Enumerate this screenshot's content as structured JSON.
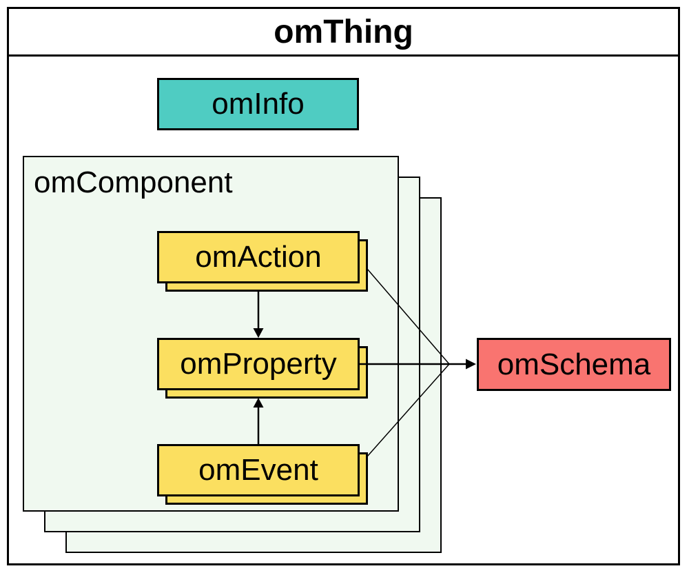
{
  "diagram": {
    "title": "omThing",
    "nodes": {
      "info": {
        "label": "omInfo",
        "shape": "rect",
        "color_key": "teal"
      },
      "component": {
        "label": "omComponent",
        "shape": "stacked-panel",
        "color_key": "panel",
        "stack_count": 3
      },
      "action": {
        "label": "omAction",
        "shape": "stacked-rect",
        "color_key": "yellow"
      },
      "property": {
        "label": "omProperty",
        "shape": "stacked-rect",
        "color_key": "yellow"
      },
      "event": {
        "label": "omEvent",
        "shape": "stacked-rect",
        "color_key": "yellow"
      },
      "schema": {
        "label": "omSchema",
        "shape": "rect",
        "color_key": "red"
      }
    },
    "edges": [
      {
        "from": "omAction",
        "to": "omProperty",
        "style": "arrow"
      },
      {
        "from": "omEvent",
        "to": "omProperty",
        "style": "arrow"
      },
      {
        "from": "omAction",
        "to": "omSchema",
        "style": "line-merge"
      },
      {
        "from": "omProperty",
        "to": "omSchema",
        "style": "arrow"
      },
      {
        "from": "omEvent",
        "to": "omSchema",
        "style": "line-merge"
      }
    ]
  },
  "colors": {
    "teal": "#4fccc2",
    "yellow": "#fbdf60",
    "red": "#f97470",
    "panel": "#f0f9f0",
    "ink": "#000000"
  }
}
